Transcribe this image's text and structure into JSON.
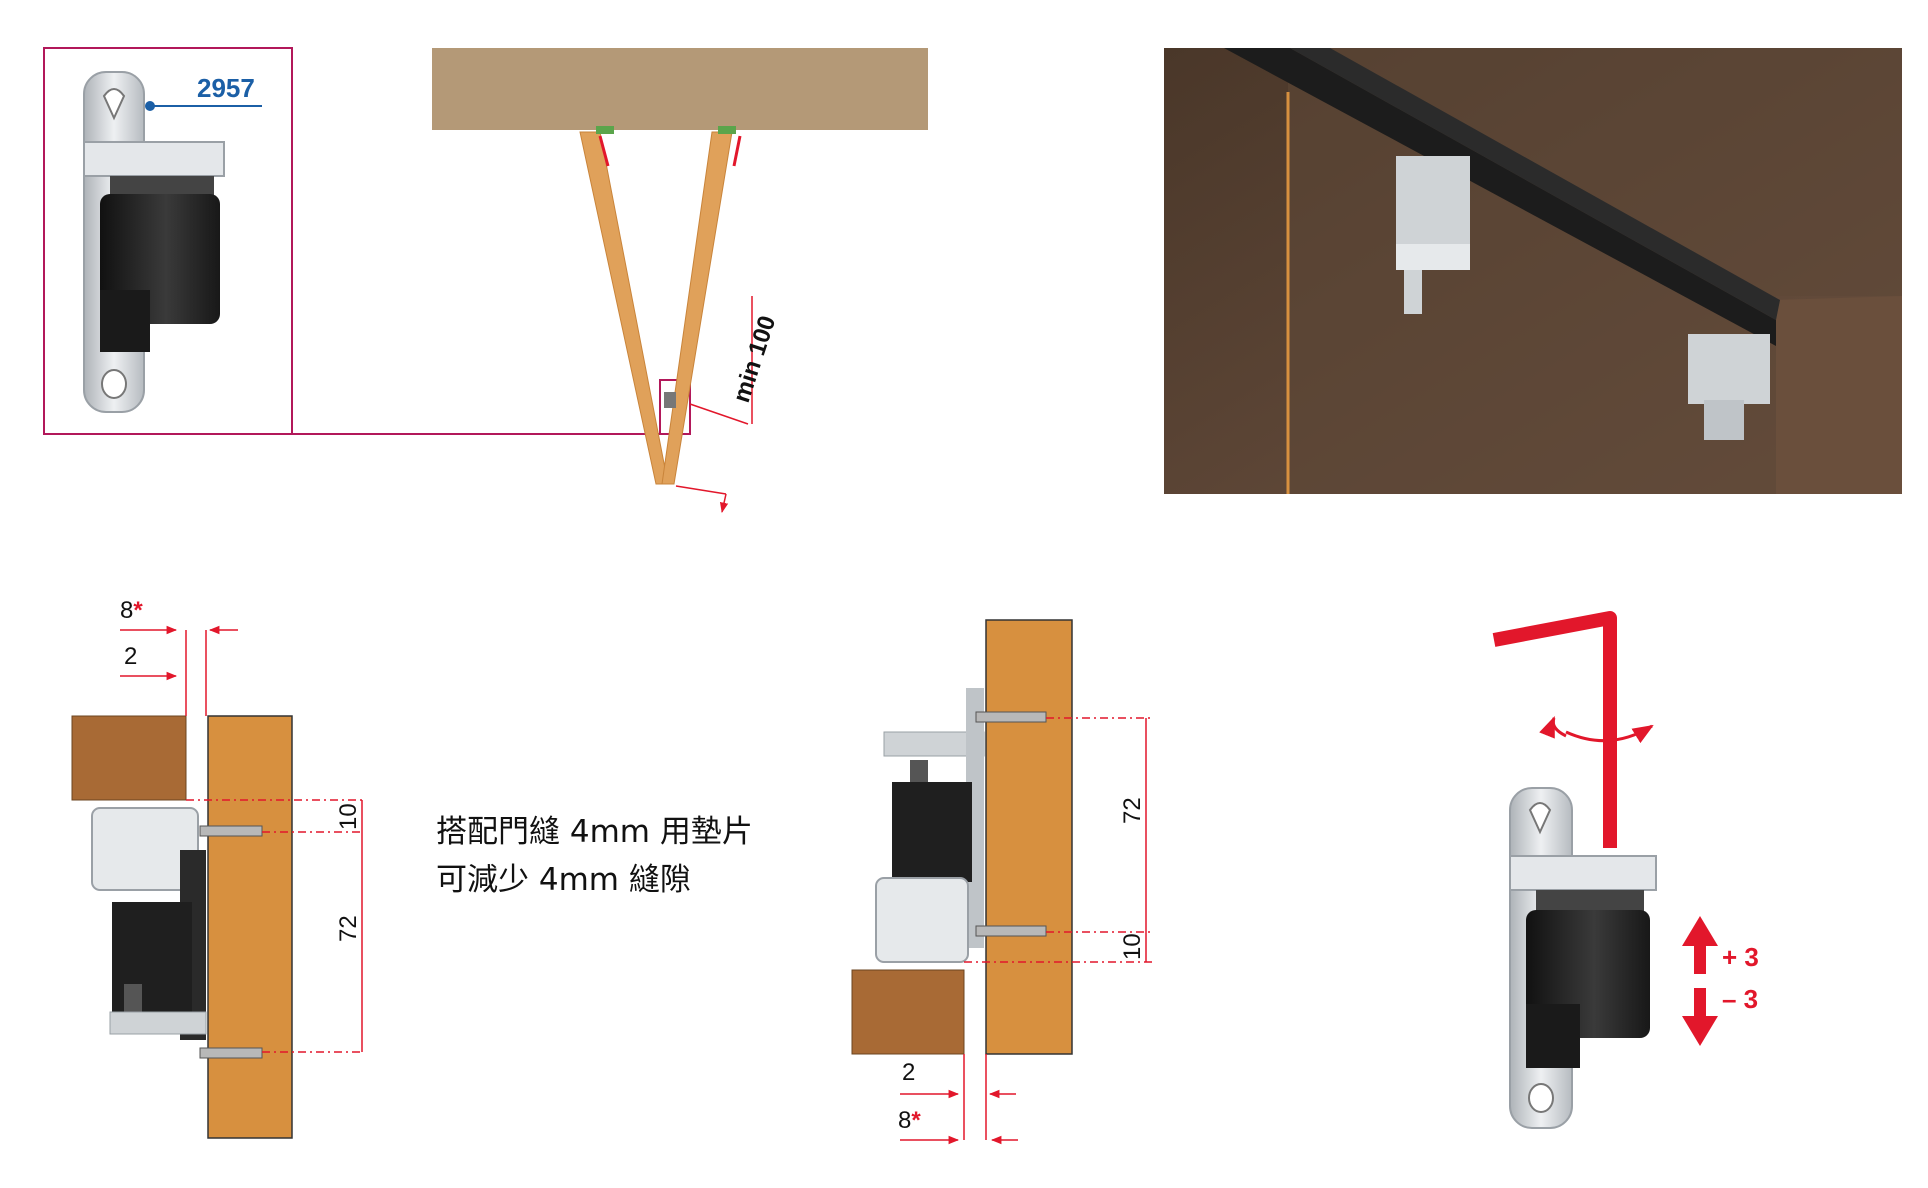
{
  "colors": {
    "frame": "#b2185a",
    "accent_red": "#e2172b",
    "part_blue": "#1b5fa6",
    "shelf": "#b49977",
    "door_light": "#e0a15a",
    "door_edge": "#d7903f",
    "door_dark": "#a86a35",
    "metal": "#cfd3d6",
    "plastic": "#1f1f1f",
    "scene_wall": "#5a4433",
    "scene_rail": "#1c1c1c"
  },
  "callout": {
    "part_number": "2957",
    "icon": "door-stop-buffer-icon"
  },
  "top_diagram": {
    "min_label": "min 100"
  },
  "scene": {
    "icon": "3d-rail-render-icon"
  },
  "section_left": {
    "outer_gap": "8",
    "outer_star": "*",
    "inner_gap": "2",
    "top_offset": "10",
    "screw_spacing": "72"
  },
  "section_mid": {
    "screw_spacing": "72",
    "bottom_offset": "10",
    "inner_gap": "2",
    "outer_gap": "8",
    "outer_star": "*"
  },
  "note": {
    "line1": "搭配門縫 4mm 用墊片",
    "line2": "可減少 4mm 縫隙"
  },
  "adjust": {
    "up": "+ 3",
    "down": "– 3",
    "icon": "hex-key-icon"
  }
}
